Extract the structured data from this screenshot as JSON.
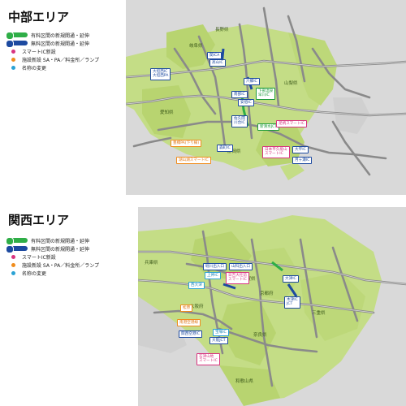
{
  "chubu": {
    "title": "中部エリア",
    "legend": {
      "green_line": "有料区間の新規開通・延伸",
      "blue_line": "無料区間の新規開通・延伸",
      "pink": "スマートIC新設",
      "orange": "施設新設 SA・PA／料金所／ランプ",
      "cyan": "名称の変更"
    },
    "prefectures": [
      "長野県",
      "岐阜県",
      "山梨県",
      "愛知県",
      "静岡県"
    ],
    "labels": [
      {
        "text": "大垣西IC\n大垣西PA",
        "kind": "blue"
      },
      {
        "text": "関ICA",
        "kind": "blue"
      },
      {
        "text": "高山IC",
        "kind": "blue"
      },
      {
        "text": "六郷IC",
        "kind": "blue"
      },
      {
        "text": "下部温泉\n早川IC",
        "kind": "green"
      },
      {
        "text": "南部IC",
        "kind": "blue"
      },
      {
        "text": "安倍IC",
        "kind": "blue"
      },
      {
        "text": "佐久間\n川合IC",
        "kind": "blue"
      },
      {
        "text": "新清水JCT",
        "kind": "green"
      },
      {
        "text": "足柄スマートIC",
        "kind": "pink"
      },
      {
        "text": "豊橋PA(下り線)",
        "kind": "orange"
      },
      {
        "text": "湖山湖スマートIC",
        "kind": "orange"
      },
      {
        "text": "森町IC",
        "kind": "blue"
      },
      {
        "text": "日本平久能山\nスマートIC",
        "kind": "pink"
      },
      {
        "text": "大平IC",
        "kind": "blue"
      },
      {
        "text": "月ヶ瀬IC",
        "kind": "blue"
      }
    ]
  },
  "kansai": {
    "title": "関西エリア",
    "legend": {
      "green_line": "有料区間の新規開通・延伸",
      "blue_line": "無料区間の新規開通・延伸",
      "pink": "スマートIC新設",
      "orange": "施設新設 SA・PA／料金所／ランプ",
      "cyan": "名称の変更"
    },
    "prefectures": [
      "兵庫県",
      "滋賀県",
      "京都府",
      "大阪府",
      "三重県",
      "奈良県",
      "和歌山県"
    ],
    "labels": [
      {
        "text": "堀川出入口",
        "kind": "blue"
      },
      {
        "text": "山科出入口",
        "kind": "blue"
      },
      {
        "text": "上神IC",
        "kind": "cyan"
      },
      {
        "text": "日吉大社前\nスマートIC",
        "kind": "pink"
      },
      {
        "text": "西大津",
        "kind": "cyan"
      },
      {
        "text": "大津IC",
        "kind": "blue"
      },
      {
        "text": "木津IC\nJCT",
        "kind": "blue"
      },
      {
        "text": "松原",
        "kind": "orange"
      },
      {
        "text": "南港空港線",
        "kind": "orange"
      },
      {
        "text": "関西空港IC",
        "kind": "blue"
      },
      {
        "text": "宝塚IC",
        "kind": "cyan"
      },
      {
        "text": "大阪JCT",
        "kind": "blue"
      },
      {
        "text": "石津山地\nスマートIC",
        "kind": "pink"
      }
    ]
  }
}
